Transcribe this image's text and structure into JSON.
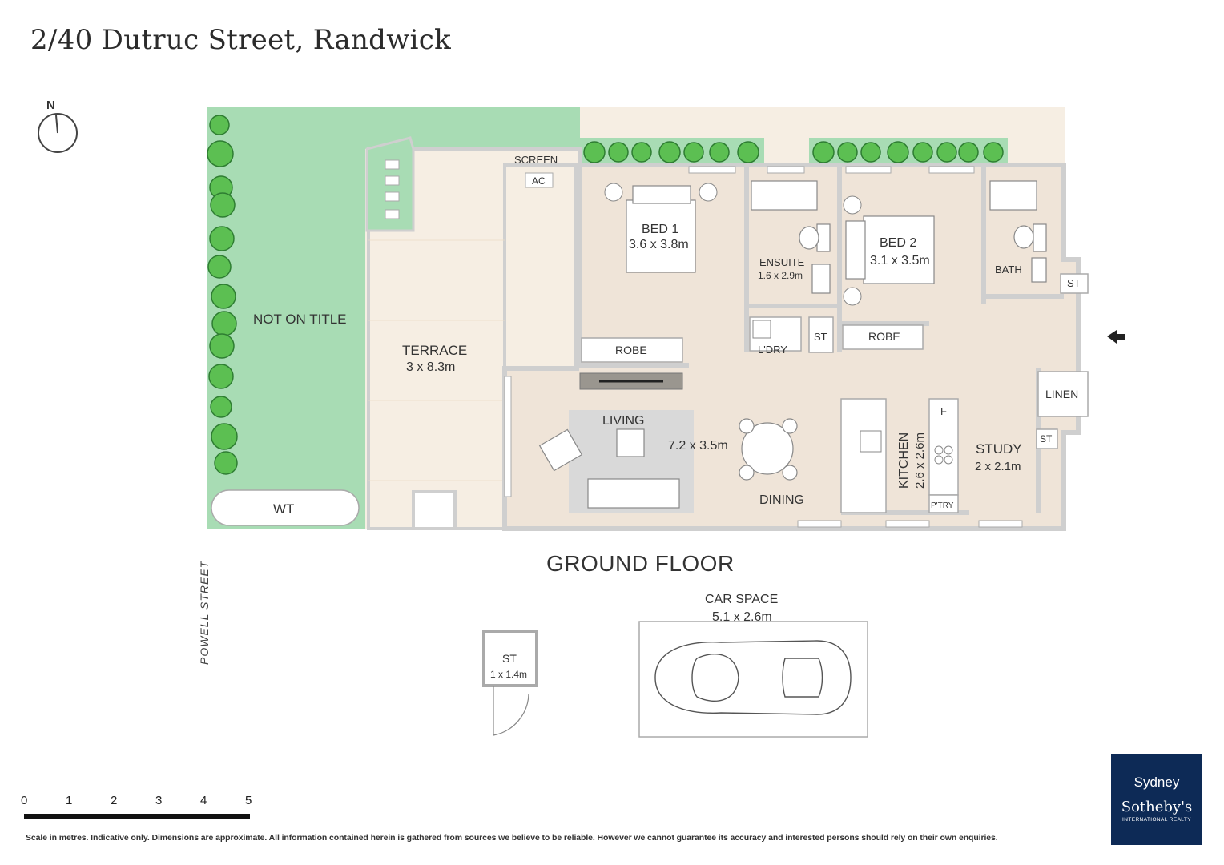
{
  "title": "2/40 Dutruc Street, Randwick",
  "compass": {
    "label": "N"
  },
  "rooms": {
    "not_on_title": "NOT ON TITLE",
    "wt": "WT",
    "terrace": {
      "name": "TERRACE",
      "size": "3 x 8.3m"
    },
    "screen": "SCREEN",
    "ac": "AC",
    "bed1": {
      "name": "BED 1",
      "size": "3.6 x 3.8m"
    },
    "ensuite": {
      "name": "ENSUITE",
      "size": "1.6 x 2.9m"
    },
    "bed2": {
      "name": "BED 2",
      "size": "3.1 x 3.5m"
    },
    "bath": "BATH",
    "st_entry": "ST",
    "robe1": "ROBE",
    "ldry": "L'DRY",
    "st_ldry": "ST",
    "robe2": "ROBE",
    "linen": "LINEN",
    "living": {
      "name": "LIVING",
      "size": "7.2 x 3.5m"
    },
    "dining": "DINING",
    "kitchen": {
      "name": "KITCHEN",
      "size": "2.6 x 2.6m"
    },
    "fridge": "F",
    "ptry": "P'TRY",
    "st_study": "ST",
    "study": {
      "name": "STUDY",
      "size": "2 x 2.1m"
    }
  },
  "floor_title": "GROUND FLOOR",
  "street": "POWELL STREET",
  "car_space": {
    "name": "CAR SPACE",
    "size": "5.1 x 2.6m"
  },
  "storage": {
    "name": "ST",
    "size": "1 x 1.4m"
  },
  "scale": {
    "ticks": [
      "0",
      "1",
      "2",
      "3",
      "4",
      "5"
    ]
  },
  "disclaimer": "Scale in metres. Indicative only. Dimensions are approximate. All information contained herein is gathered from sources we believe to be reliable. However we cannot guarantee its accuracy and interested persons should rely on their own enquiries.",
  "brand": {
    "city": "Sydney",
    "name": "Sotheby's",
    "sub": "INTERNATIONAL REALTY"
  },
  "colors": {
    "garden": "#a8dcb4",
    "room": "#efe4d8",
    "terrace": "#f6eee3",
    "wall": "#bfbfbf",
    "brand": "#0d2a56"
  }
}
